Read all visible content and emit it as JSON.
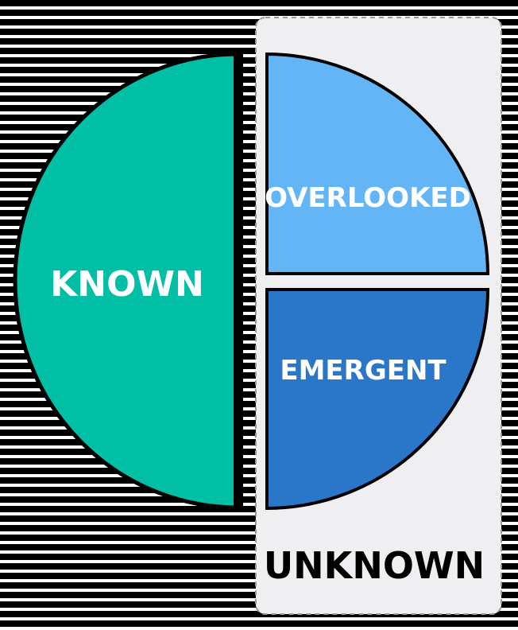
{
  "segments": {
    "known": {
      "label": "KNOWN",
      "color": "#00bfa5"
    },
    "overlooked": {
      "label": "OVERLOOKED",
      "color": "#64b5f6"
    },
    "emergent": {
      "label": "EMERGENT",
      "color": "#2a77c9"
    }
  },
  "unknown_group": {
    "label": "UNKNOWN",
    "fill": "#efeef0"
  },
  "outline_color": "#000000"
}
